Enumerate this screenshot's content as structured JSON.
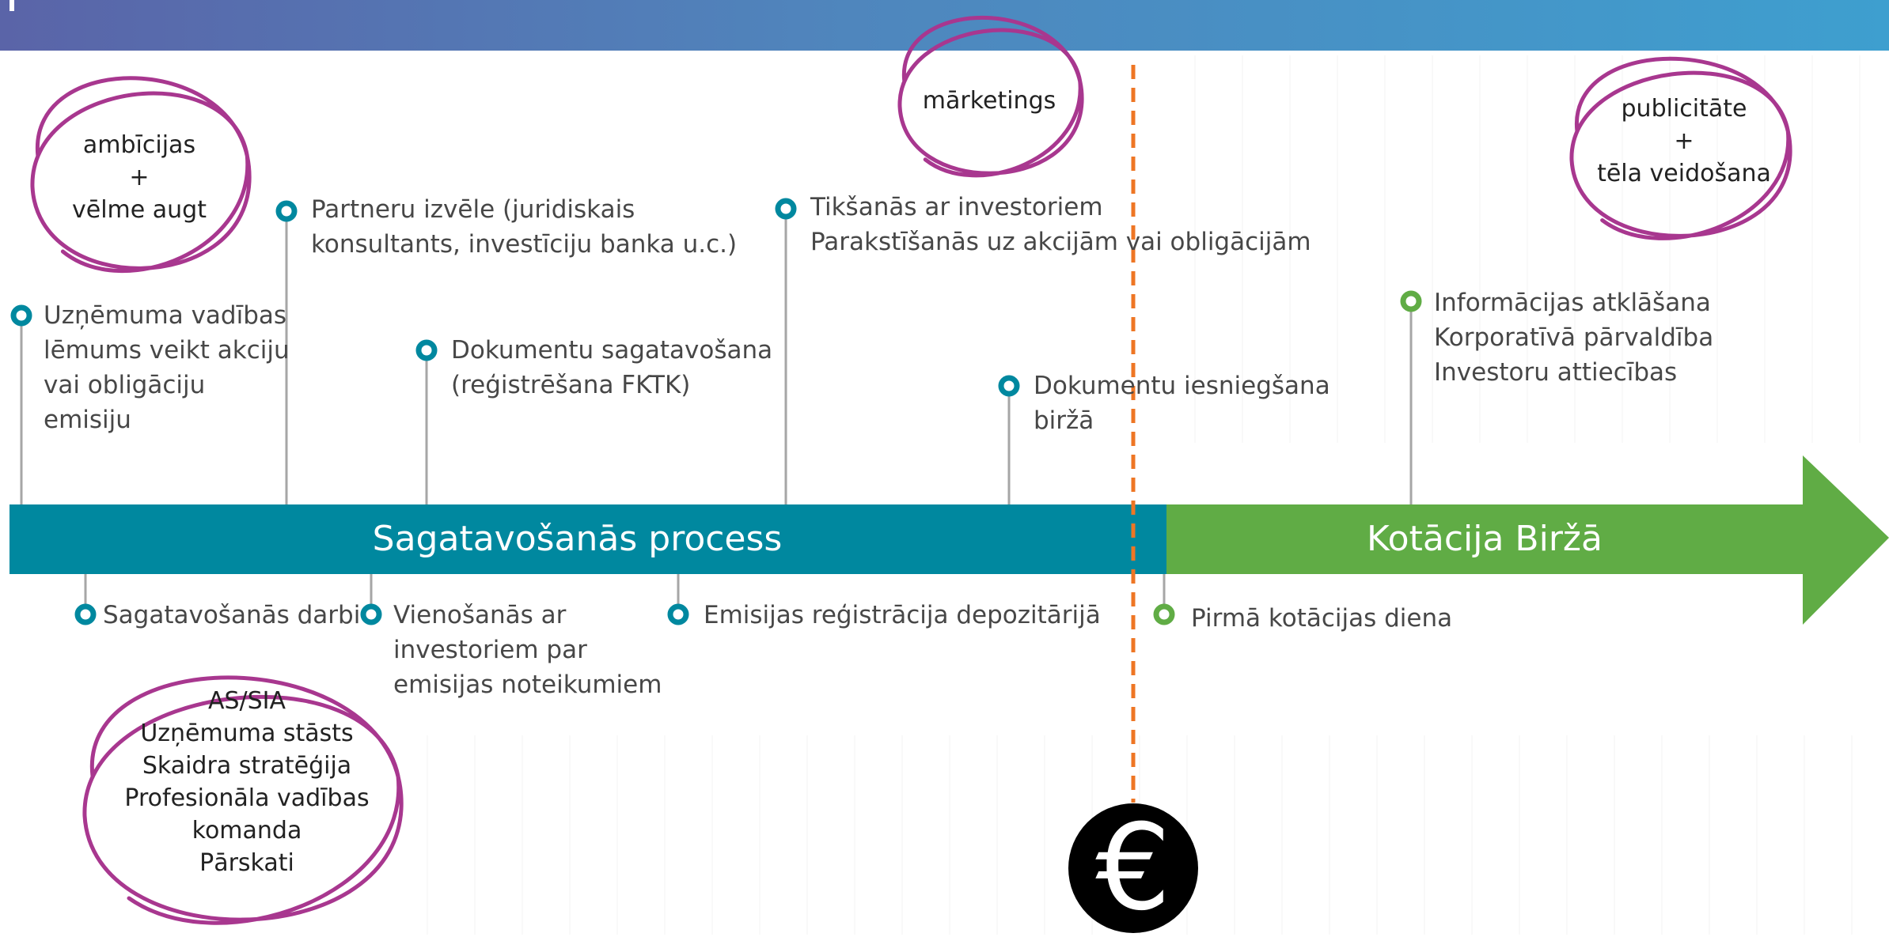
{
  "timeline": {
    "phases": [
      {
        "label": "Sagatavošanās process",
        "color": "#00889f"
      },
      {
        "label": "Kotācija Biržā",
        "color": "#60ac45"
      }
    ],
    "milestones_above": [
      {
        "lines": [
          "Uzņēmuma vadības",
          "lēmums veikt akciju",
          "vai obligāciju",
          "emisiju"
        ],
        "phase": 0
      },
      {
        "lines": [
          "Partneru izvēle (juridiskais",
          "konsultants, investīciju banka u.c.)"
        ],
        "phase": 0
      },
      {
        "lines": [
          "Dokumentu sagatavošana",
          "(reģistrēšana FKTK)"
        ],
        "phase": 0
      },
      {
        "lines": [
          "Tikšanās ar investoriem",
          "Parakstīšanās uz akcijām vai obligācijām"
        ],
        "phase": 0
      },
      {
        "lines": [
          "Dokumentu iesniegšana",
          "biržā"
        ],
        "phase": 0
      },
      {
        "lines": [
          "Informācijas atklāšana",
          "Korporatīvā pārvaldība",
          "Investoru attiecības"
        ],
        "phase": 1
      }
    ],
    "milestones_below": [
      {
        "lines": [
          "Sagatavošanās darbi"
        ],
        "phase": 0
      },
      {
        "lines": [
          "Vienošanās ar",
          "investoriem par",
          "emisijas noteikumiem"
        ],
        "phase": 0
      },
      {
        "lines": [
          "Emisijas reģistrācija depozitārijā"
        ],
        "phase": 0
      },
      {
        "lines": [
          "Pirmā kotācijas diena"
        ],
        "phase": 1
      }
    ]
  },
  "annotations": [
    {
      "lines": [
        "ambīcijas",
        "+",
        "vēlme augt"
      ]
    },
    {
      "lines": [
        "mārketings"
      ]
    },
    {
      "lines": [
        "publicitāte",
        "+",
        "tēla veidošana"
      ]
    },
    {
      "lines": [
        "AS/SIA",
        "Uzņēmuma stāsts",
        "Skaidra stratēģija",
        "Profesionāla vadības",
        "komanda",
        "Pārskati"
      ]
    }
  ],
  "divider": {
    "icon": "euro-icon",
    "glyph": "€",
    "color": "#ee7624"
  },
  "colors": {
    "annotation_ring": "#a8378f",
    "header_start": "#5a64a8",
    "header_end": "#3e9fcf"
  }
}
